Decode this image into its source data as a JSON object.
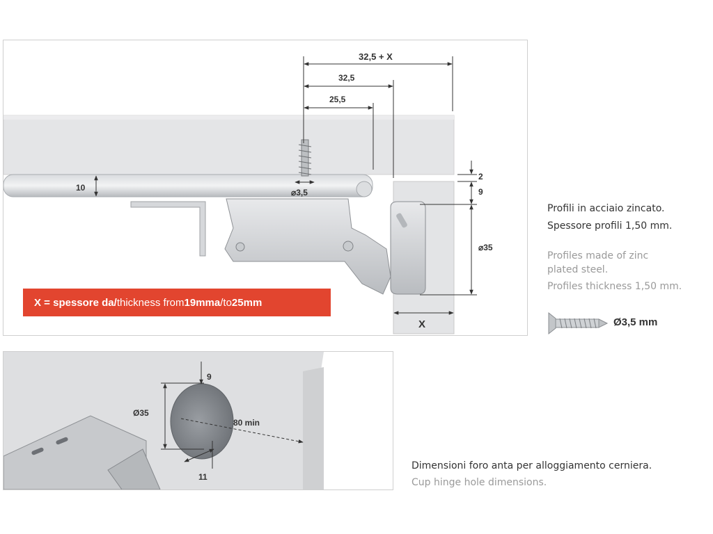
{
  "top_diagram": {
    "dim_32_5_plus_x": "32,5 + X",
    "dim_32_5": "32,5",
    "dim_25_5": "25,5",
    "dim_10": "10",
    "dim_2": "2",
    "dim_9": "9",
    "dim_d35": "⌀35",
    "dim_d3_5": "⌀3,5",
    "dim_x": "X"
  },
  "banner": {
    "prefix_bold": "X = spessore da/",
    "middle": " thickness from ",
    "from_value": "19mm",
    "joiner_bold": " a",
    "joiner": "/to ",
    "to_value": "25mm",
    "color": "#e2452f"
  },
  "notes": {
    "it_line1": "Profili in acciaio zincato.",
    "it_line2": "Spessore profili 1,50 mm.",
    "en_line1": "Profiles made of zinc",
    "en_line2": "plated steel.",
    "en_line3": "Profiles thickness 1,50 mm."
  },
  "screw": {
    "label": "Ø3,5 mm"
  },
  "bottom_diagram": {
    "dim_9": "9",
    "dim_d35": "Ø35",
    "dim_80min": "80 min",
    "dim_11": "11"
  },
  "caption": {
    "it": "Dimensioni foro anta per alloggiamento cerniera.",
    "en": "Cup hinge hole dimensions."
  }
}
